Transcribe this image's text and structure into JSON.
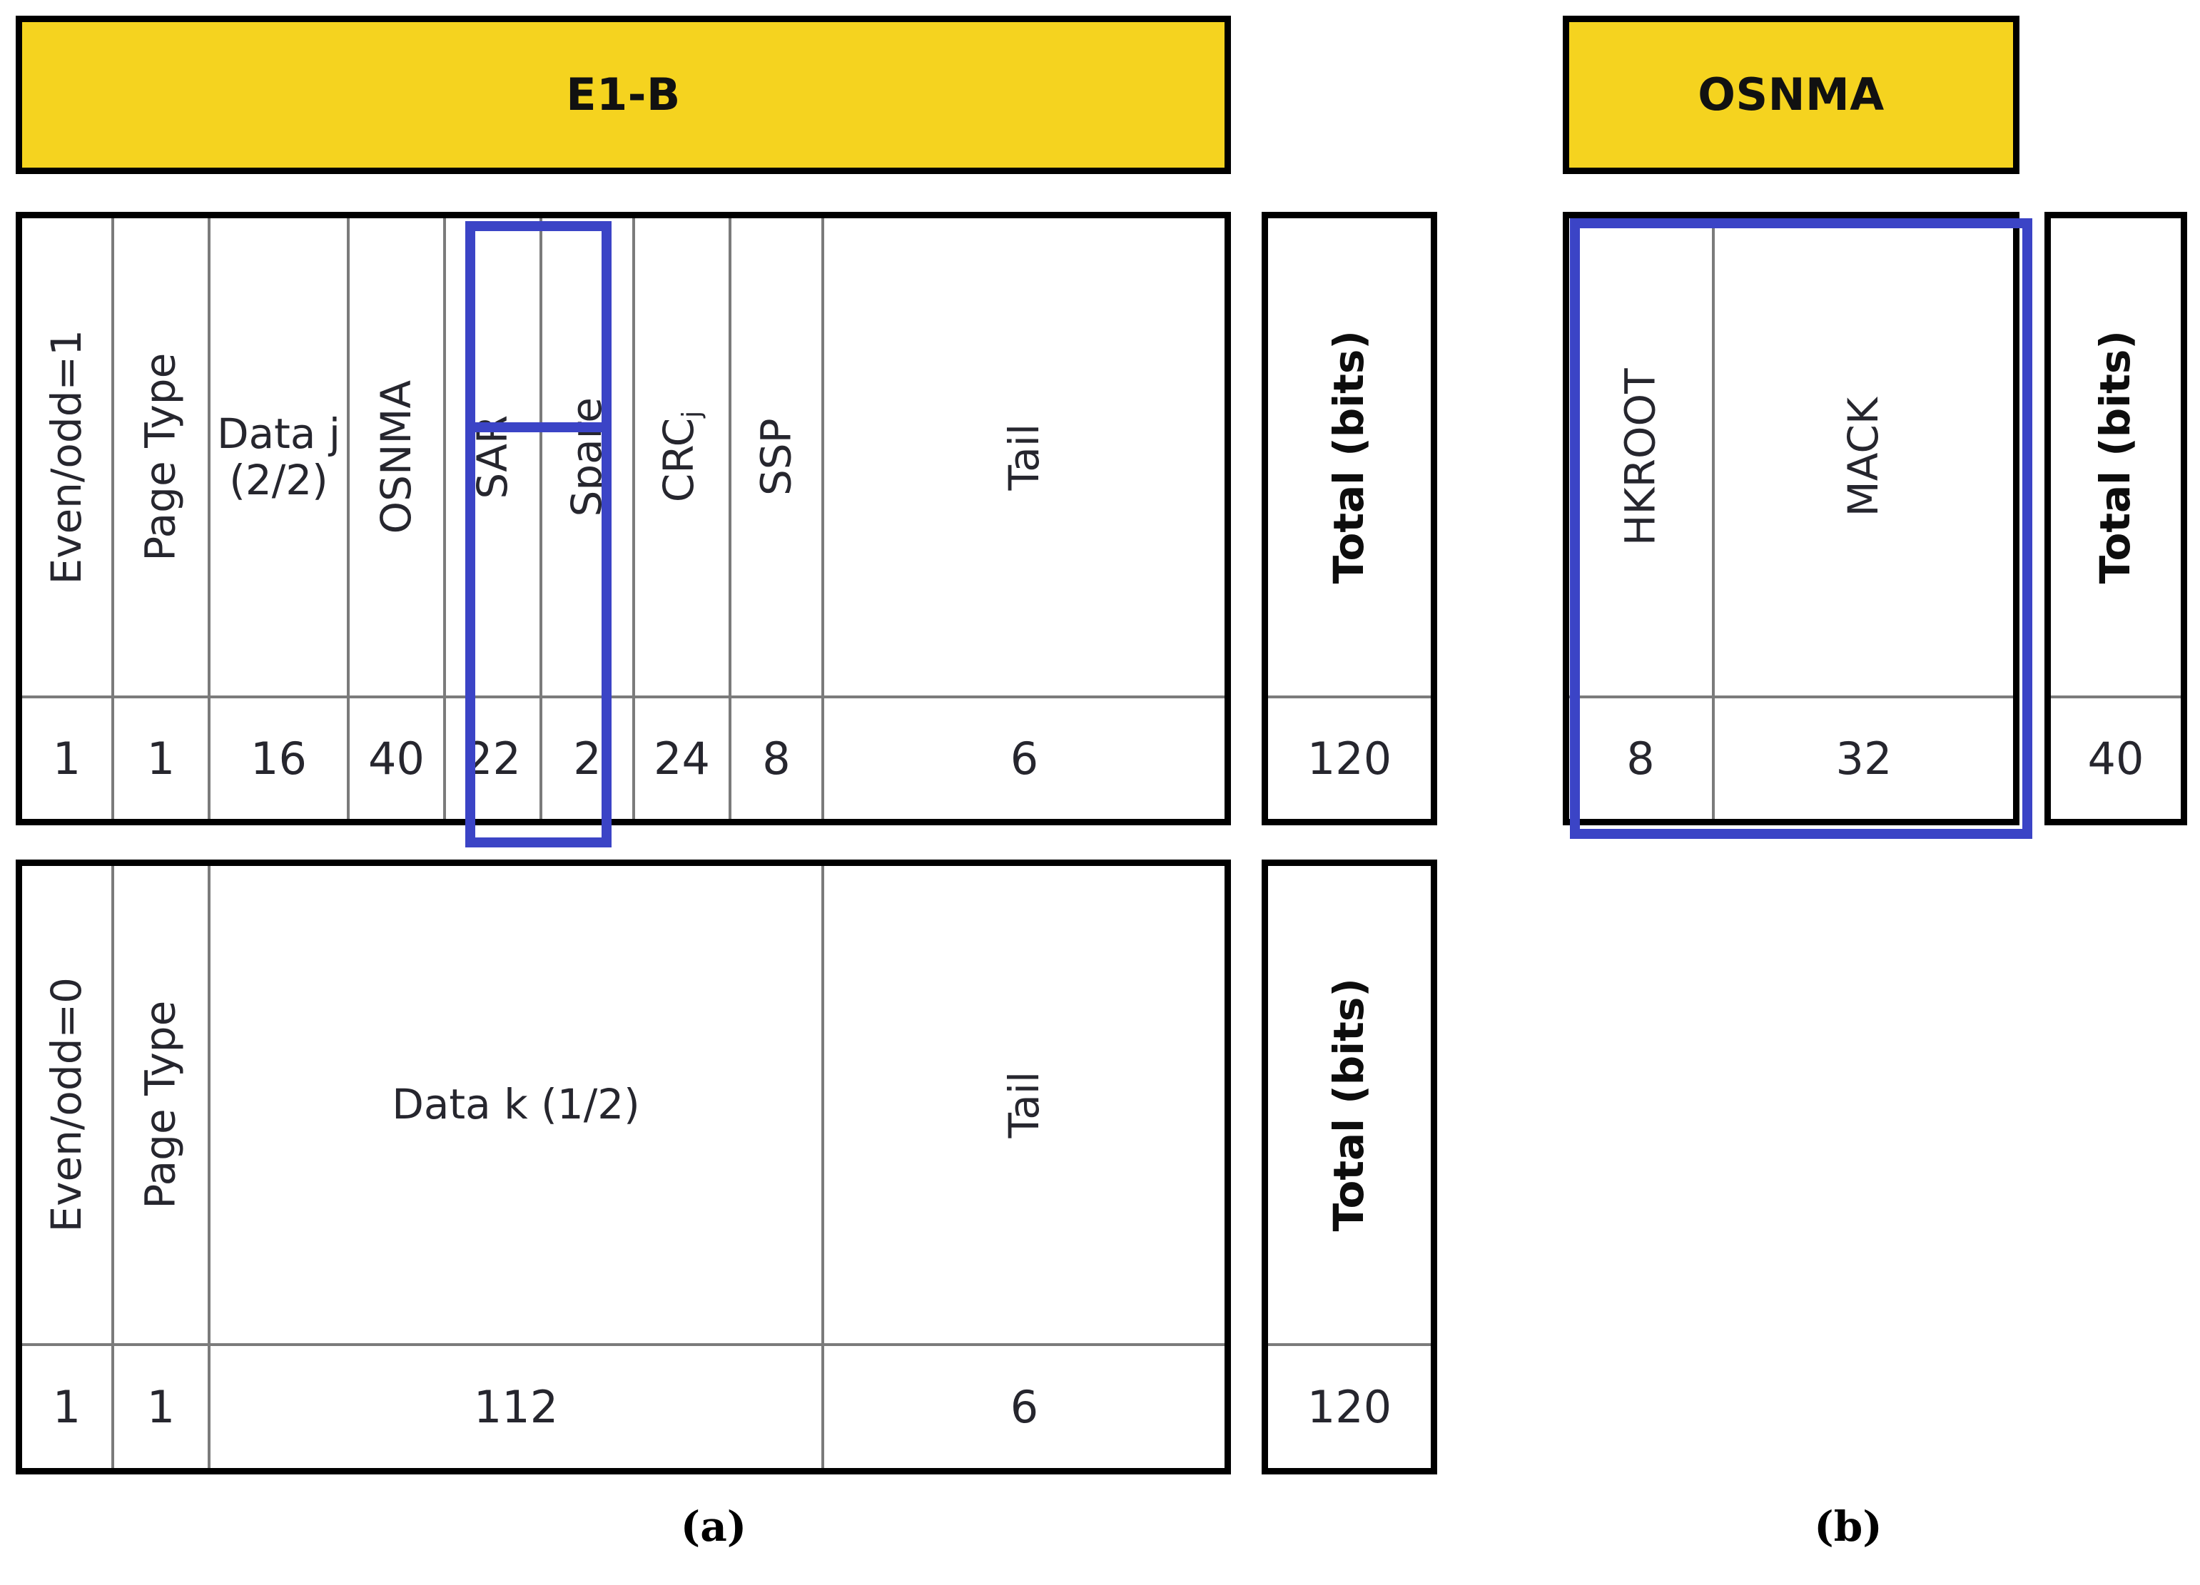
{
  "figure": {
    "panel_a_caption": "(a)",
    "panel_b_caption": "(b)"
  },
  "colors": {
    "banner_yellow": "#F5D31F",
    "highlight_blue": "#3B44C6",
    "outer_border": "#000000",
    "inner_separator": "#7B7B7B",
    "text": "#26262E"
  },
  "panel_a": {
    "banner_label": "E1-B",
    "odd_page": {
      "fields": [
        {
          "name": "Even/odd=1",
          "bits": "1",
          "rotated": true,
          "highlighted": false
        },
        {
          "name": "Page Type",
          "bits": "1",
          "rotated": true,
          "highlighted": false
        },
        {
          "name": "Data j\n(2/2)",
          "name_line1": "Data j",
          "name_line2": "(2/2)",
          "bits": "16",
          "rotated": false,
          "highlighted": false
        },
        {
          "name": "OSNMA",
          "bits": "40",
          "rotated": true,
          "highlighted": true
        },
        {
          "name": "SAR",
          "bits": "22",
          "rotated": true,
          "highlighted": false
        },
        {
          "name": "Spare",
          "bits": "2",
          "rotated": true,
          "highlighted": false
        },
        {
          "name": "CRCj",
          "name_base": "CRC",
          "name_sub": "j",
          "bits": "24",
          "rotated": true,
          "highlighted": false
        },
        {
          "name": "SSP",
          "bits": "8",
          "rotated": true,
          "highlighted": false
        },
        {
          "name": "Tail",
          "bits": "6",
          "rotated": true,
          "highlighted": false
        }
      ],
      "total_label": "Total (bits)",
      "total_bits": "120"
    },
    "even_page": {
      "fields": [
        {
          "name": "Even/odd=0",
          "bits": "1",
          "rotated": true,
          "highlighted": false
        },
        {
          "name": "Page Type",
          "bits": "1",
          "rotated": true,
          "highlighted": false
        },
        {
          "name": "Data k (1/2)",
          "bits": "112",
          "rotated": false,
          "highlighted": false
        },
        {
          "name": "Tail",
          "bits": "6",
          "rotated": true,
          "highlighted": false
        }
      ],
      "total_label": "Total (bits)",
      "total_bits": "120"
    }
  },
  "panel_b": {
    "banner_label": "OSNMA",
    "osnma_page": {
      "fields": [
        {
          "name": "HKROOT",
          "bits": "8",
          "rotated": true,
          "highlighted": true
        },
        {
          "name": "MACK",
          "bits": "32",
          "rotated": true,
          "highlighted": true
        }
      ],
      "total_label": "Total (bits)",
      "total_bits": "40"
    }
  }
}
